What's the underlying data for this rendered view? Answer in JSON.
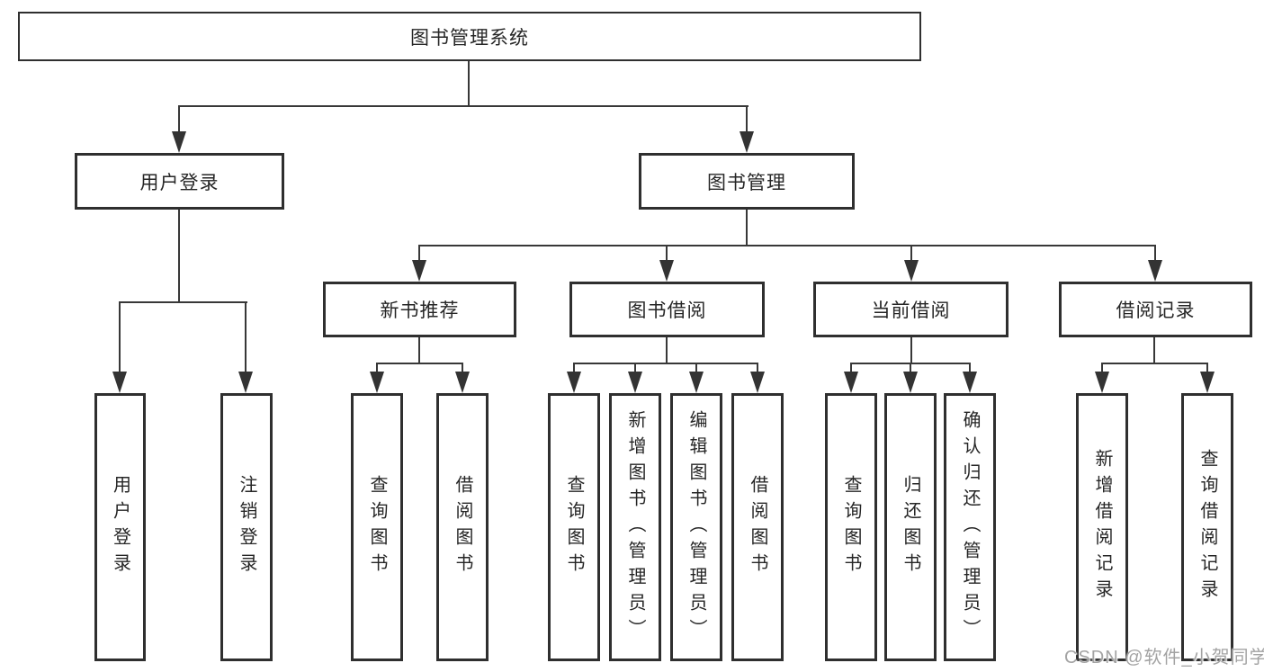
{
  "diagram": {
    "root": {
      "label": "图书管理系统"
    },
    "branches": [
      {
        "label": "用户登录",
        "children": [
          {
            "label": "用户登录"
          },
          {
            "label": "注销登录"
          }
        ]
      },
      {
        "label": "图书管理",
        "children": [
          {
            "label": "新书推荐",
            "children": [
              {
                "label": "查询图书"
              },
              {
                "label": "借阅图书"
              }
            ]
          },
          {
            "label": "图书借阅",
            "children": [
              {
                "label": "查询图书"
              },
              {
                "label": "新增图书（管理员）"
              },
              {
                "label": "编辑图书（管理员）"
              },
              {
                "label": "借阅图书"
              }
            ]
          },
          {
            "label": "当前借阅",
            "children": [
              {
                "label": "查询图书"
              },
              {
                "label": "归还图书"
              },
              {
                "label": "确认归还（管理员）"
              }
            ]
          },
          {
            "label": "借阅记录",
            "children": [
              {
                "label": "新增借阅记录"
              },
              {
                "label": "查询借阅记录"
              }
            ]
          }
        ]
      }
    ]
  },
  "watermark": "CSDN @软件_小贺同学",
  "colors": {
    "line": "#383838",
    "box_border": "#2f2f2f",
    "box_fill": "#ffffff",
    "text": "#262626",
    "watermark": "#a3a3a3",
    "background": "#ffffff"
  }
}
